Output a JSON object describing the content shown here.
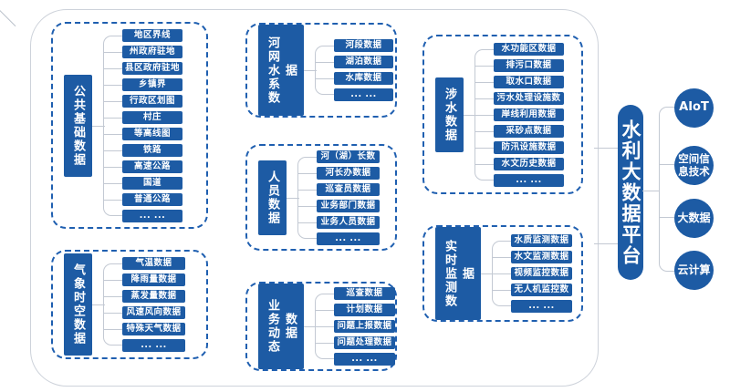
{
  "platform": {
    "title": "水利大数据平台"
  },
  "technologies": [
    {
      "label": "AIoT"
    },
    {
      "label": "空间信息技术"
    },
    {
      "label": "大数据"
    },
    {
      "label": "云计算"
    }
  ],
  "groups": [
    {
      "label": "公共基础数据",
      "items": [
        "地区界线",
        "州政府驻地",
        "县区政府驻地",
        "乡镇界",
        "行政区划图",
        "村庄",
        "等高线图",
        "铁路",
        "高速公路",
        "国道",
        "普通公路",
        "... ..."
      ]
    },
    {
      "label": "河网水系数据",
      "items": [
        "河段数据",
        "湖泊数据",
        "水库数据",
        "... ..."
      ]
    },
    {
      "label": "人员数据",
      "items": [
        "河（湖）长数据",
        "河长办数据",
        "巡查员数据",
        "业务部门数据",
        "业务人员数据",
        "... ..."
      ]
    },
    {
      "label": "涉水数据",
      "items": [
        "水功能区数据",
        "排污口数据",
        "取水口数据",
        "污水处理设施数据",
        "岸线利用数据",
        "采砂点数据",
        "防汛设施数据",
        "水文历史数据",
        "... ..."
      ]
    },
    {
      "label": "实时监测数据",
      "items": [
        "水质监测数据",
        "水文监测数据",
        "视频监控数据",
        "无人机监控数据",
        "... ..."
      ]
    },
    {
      "label": "气象时空数据",
      "items": [
        "气温数据",
        "降雨量数据",
        "蒸发量数据",
        "风速风向数据",
        "特殊天气数据",
        "... ..."
      ]
    },
    {
      "label": "业务动态数据",
      "items": [
        "巡查数据",
        "计划数据",
        "问题上报数据",
        "问题处理数据",
        "... ..."
      ]
    }
  ],
  "colors": {
    "primary_blue": "#1d5ba4",
    "dashed_border": "#1f5fb0",
    "connector_gray": "#c3c9d3",
    "container_border": "#cdd2da"
  }
}
